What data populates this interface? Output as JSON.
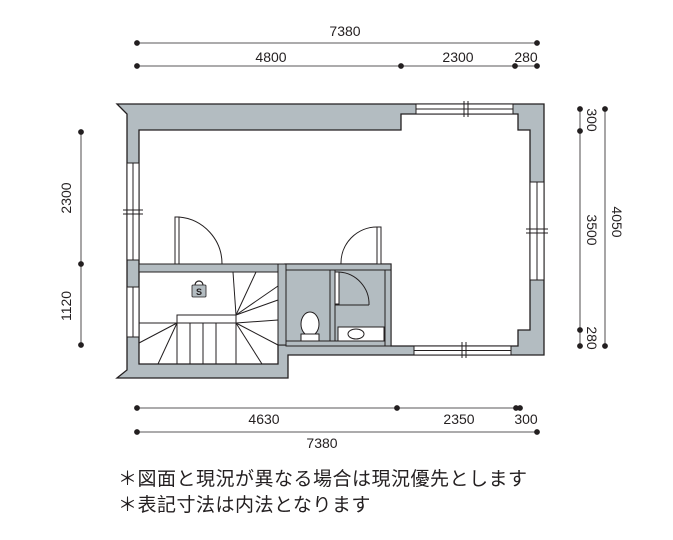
{
  "dimensions": {
    "top_total": "7380",
    "top_seg_1": "4800",
    "top_seg_2": "2300",
    "top_seg_3": "280",
    "bottom_total": "7380",
    "bottom_seg_1": "4630",
    "bottom_seg_2": "2350",
    "bottom_seg_3": "300",
    "left_upper": "2300",
    "left_lower": "1120",
    "right_total": "4050",
    "right_top": "300",
    "right_middle": "3500",
    "right_bottom": "280"
  },
  "storage_label": "S",
  "notes": [
    "＊図面と現況が異なる場合は現況優先とします",
    "＊表記寸法は内法となります"
  ],
  "colors": {
    "wall_fill": "#b3bcc1",
    "line": "#231f20"
  }
}
